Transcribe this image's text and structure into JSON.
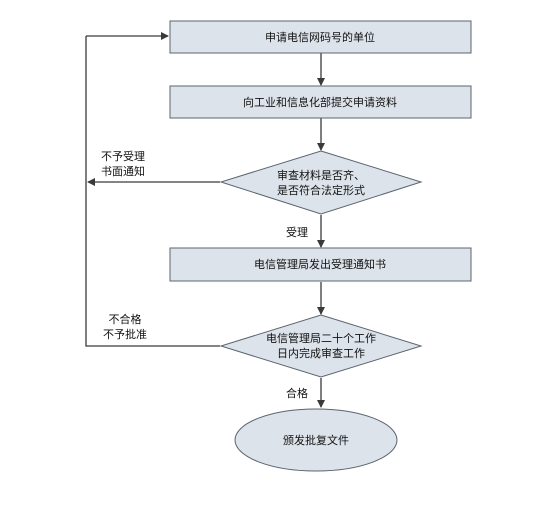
{
  "colors": {
    "box_fill": "#dde3ea",
    "box_stroke": "#5a6470",
    "line": "#3a3a3a",
    "text": "#111111",
    "background": "#ffffff"
  },
  "nodes": {
    "step1": "申请电信网码号的单位",
    "step2": "向工业和信息化部提交申请资料",
    "decision1_line1": "审查材料是否齐、",
    "decision1_line2": "是否符合法定形式",
    "step3": "电信管理局发出受理通知书",
    "decision2_line1": "电信管理局二十个工作",
    "decision2_line2": "日内完成审查工作",
    "end": "颁发批复文件"
  },
  "edges": {
    "reject1_line1": "不予受理",
    "reject1_line2": "书面通知",
    "accept": "受理",
    "reject2_line1": "不合格",
    "reject2_line2": "不予批准",
    "pass": "合格"
  }
}
